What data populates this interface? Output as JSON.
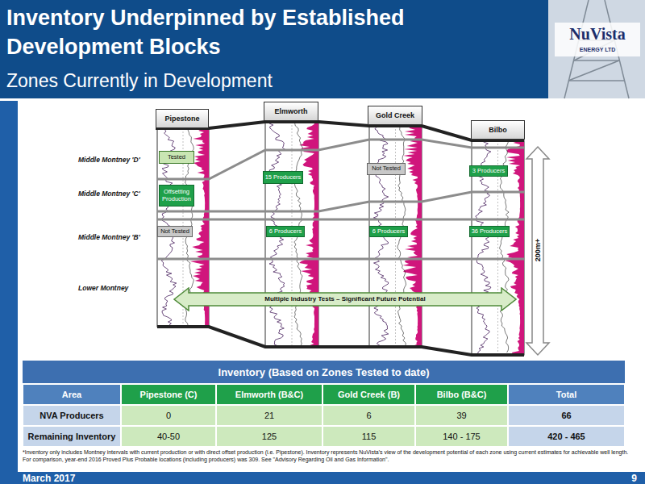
{
  "diagram": {
    "title": "Inventory Underpinned by Established Development Blocks",
    "nodes": [
      {
        "text": [
          "Pipestone"
        ]
      },
      {
        "text": [
          "Elmworth"
        ]
      },
      {
        "text": [
          "Gold Creek"
        ]
      },
      {
        "text": [
          "Bilbo"
        ]
      },
      {
        "text": [
          "Tested"
        ]
      },
      {
        "text": [
          "Offsetting Production"
        ]
      },
      {
        "text": [
          "Not Tested"
        ]
      },
      {
        "text": [
          "15 Producers"
        ]
      },
      {
        "text": [
          "6 Producers"
        ]
      },
      {
        "text": [
          "Not Tested"
        ]
      },
      {
        "text": [
          "6 Producers"
        ]
      },
      {
        "text": [
          "3 Producers"
        ]
      },
      {
        "text": [
          "36 Producers"
        ]
      },
      {
        "text": [
          "Multiple Industry Tests – Significant Future Potential"
        ]
      }
    ],
    "labels": [
      "Zones Currently in Development",
      "NuVista",
      "ENERGY LTD",
      "Middle Montney 'D'",
      "Middle Montney 'C'",
      "Middle Montney 'B'",
      "Lower Montney",
      "200m+",
      "Inventory (Based on Zones Tested to date)",
      "Area",
      "Pipestone (C)",
      "Elmworth (B&C)",
      "Gold Creek (B)",
      "Bilbo (B&C)",
      "Total",
      "NVA Producers",
      "0",
      "21",
      "6",
      "39",
      "66",
      "Remaining Inventory",
      "40-50",
      "125",
      "115",
      "140 - 175",
      "420 - 465",
      "*Inventory only includes Montney intervals with current production or with direct offset production (i.e. Pipestone). Inventory represents NuVista's view of the development potential of each zone using current estimates for achievable well length. For comparison, year-end 2016 Proved Plus Probable locations (including producers) was 309. See \"Advisory Regarding Oil and Gas Information\".",
      "March 2017",
      "9"
    ]
  }
}
